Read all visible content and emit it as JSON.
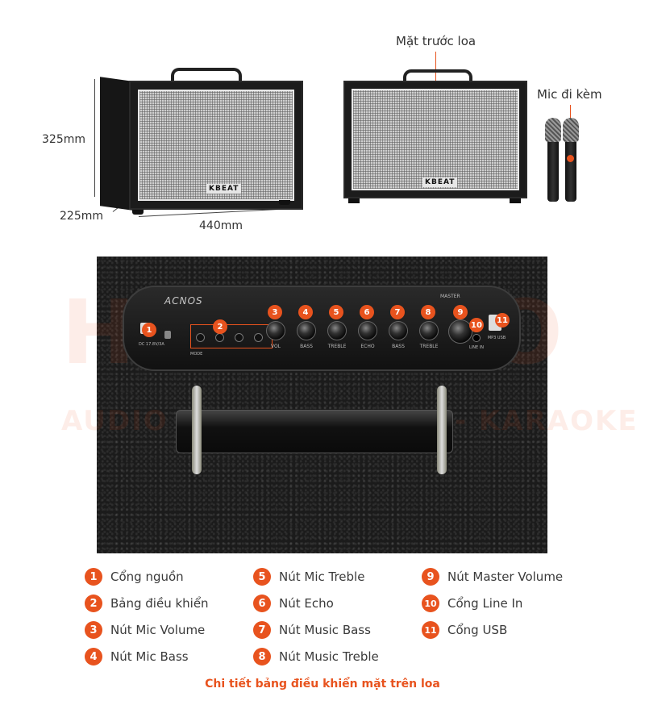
{
  "dimensions": {
    "height": "325mm",
    "depth": "225mm",
    "width": "440mm"
  },
  "annotations": {
    "front": "Mặt trước loa",
    "mic": "Mic đi kèm"
  },
  "brand": {
    "logo": "KBEAT",
    "panel_logo": "ACNOS"
  },
  "panel": {
    "knob_labels": [
      "VOL",
      "BASS",
      "TREBLE",
      "ECHO",
      "BASS",
      "TREBLE"
    ],
    "master_label": "MASTER",
    "line_in_label": "LINE IN",
    "usb_label": "MP3 USB",
    "dc_label": "DC 17.8V/3A",
    "mode_label": "MODE"
  },
  "watermark": {
    "big": "HAAUDIO",
    "tagline": "AUDIO - HOME CINEMA - KARAOKE"
  },
  "legend": [
    {
      "num": "1",
      "label": "Cổng nguồn"
    },
    {
      "num": "2",
      "label": "Bảng điều khiển"
    },
    {
      "num": "3",
      "label": "Nút Mic Volume"
    },
    {
      "num": "4",
      "label": "Nút Mic Bass"
    },
    {
      "num": "5",
      "label": "Nút Mic Treble"
    },
    {
      "num": "6",
      "label": "Nút Echo"
    },
    {
      "num": "7",
      "label": "Nút Music Bass"
    },
    {
      "num": "8",
      "label": "Nút Music Treble"
    },
    {
      "num": "9",
      "label": "Nút Master Volume"
    },
    {
      "num": "10",
      "label": "Cổng Line In"
    },
    {
      "num": "11",
      "label": "Cổng USB"
    }
  ],
  "caption": "Chi tiết bảng điều khiển mặt trên loa",
  "colors": {
    "accent": "#e8531e"
  }
}
